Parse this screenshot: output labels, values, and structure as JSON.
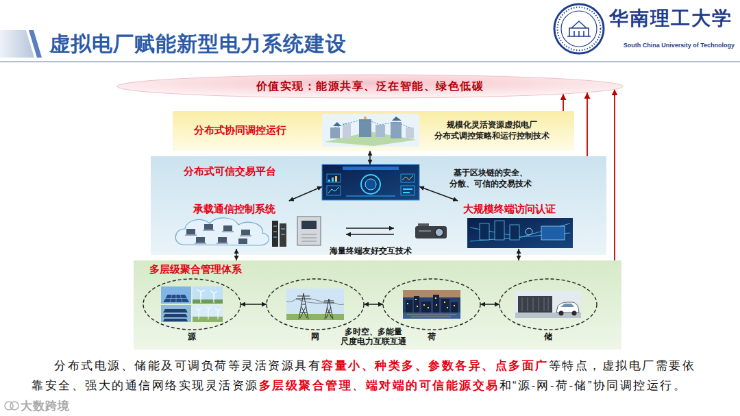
{
  "diagram": {
    "title": "虚拟电厂赋能新型电力系统建设",
    "caption": "分布式电源、储能及可调负荷等灵活资源具有容量小、种类多、参数各异、点多面广等特点，虚拟电厂需要依 靠安全、强大的通信网络实现灵活资源多层级聚合管理、端对端的可信能源交易和“源-网-荷-储”协同调控运行。",
    "nodes": [
      {
        "text": [
          "价值实现：能源共享、泛在智能、绿色低碳"
        ]
      },
      {
        "text": [
          "分布式协同调控运行",
          "规模化灵活资源虚拟电厂 分布式调控策略和运行控制技术"
        ]
      },
      {
        "text": [
          "分布式可信交易平台"
        ]
      },
      {
        "text": [
          "承载通信控制系统"
        ]
      },
      {
        "text": [
          "大规模终端访问认证"
        ]
      },
      {
        "text": [
          "多层级聚合管理体系"
        ]
      },
      {
        "text": [
          "源"
        ],
        "in": 5
      },
      {
        "text": [
          "网"
        ],
        "in": 5
      },
      {
        "text": [
          "荷"
        ],
        "in": 5
      },
      {
        "text": [
          "储"
        ],
        "in": 5
      }
    ],
    "edges": [
      {
        "from": 1,
        "to": 0,
        "arrow": "to"
      },
      {
        "from": 5,
        "to": 0,
        "arrow": "to"
      },
      {
        "from": 1,
        "to": 2,
        "arrow": "both"
      },
      {
        "from": 3,
        "to": 2,
        "arrow": "both"
      },
      {
        "from": 2,
        "to": 4,
        "arrow": "both"
      },
      {
        "from": 3,
        "to": 5,
        "arrow": "both"
      },
      {
        "from": 4,
        "to": 5,
        "arrow": "both"
      },
      {
        "from": 6,
        "to": 7,
        "arrow": "both"
      },
      {
        "from": 7,
        "to": 8,
        "arrow": "both"
      },
      {
        "from": 8,
        "to": 9,
        "arrow": "both"
      }
    ],
    "labels": [
      "华南理工大学",
      "South China University of Technology",
      "基于区块链的安全、 分散、可信的交易技术",
      "海量终端友好交互技术",
      "多时空、多能量 尺度电力互联互通",
      "大数跨境"
    ]
  }
}
